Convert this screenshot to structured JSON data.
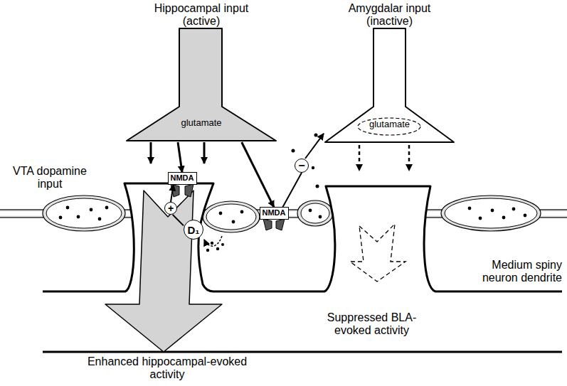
{
  "diagram": {
    "nodes": [
      {
        "text": [
          "Hippocampal input (active)",
          "glutamate"
        ]
      },
      {
        "text": [
          "Amygdalar input (inactive)",
          "glutamate"
        ]
      },
      {
        "text": [
          "NMDA"
        ]
      },
      {
        "text": [
          "D₁"
        ]
      },
      {
        "text": [
          "NMDA"
        ]
      },
      {
        "text": [
          "+"
        ]
      },
      {
        "text": [
          "−"
        ]
      }
    ],
    "edges": [
      {
        "from": 0,
        "to": 2,
        "arrow": "to"
      },
      {
        "from": 0,
        "to": 4,
        "arrow": "to"
      },
      {
        "from": 3,
        "to": 5,
        "arrow": "none"
      },
      {
        "from": 5,
        "to": 2,
        "arrow": "to"
      },
      {
        "from": 4,
        "to": 6,
        "arrow": "none"
      },
      {
        "from": 6,
        "to": 1,
        "arrow": "to"
      }
    ],
    "labels": [
      "VTA dopamine input",
      "Medium spiny neuron dendrite",
      "Suppressed BLA-evoked activity",
      "Enhanced hippocampal-evoked activity"
    ]
  }
}
